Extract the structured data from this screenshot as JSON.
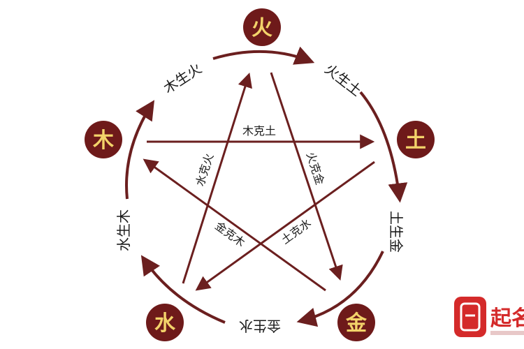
{
  "colors": {
    "line": "#6b1f1f",
    "node_fill": "#6e1a1a",
    "fire_text": "#f3d36a",
    "earth_text": "#f3d36a",
    "metal_text": "#f3d36a",
    "water_text": "#f3d36a",
    "wood_text": "#f3d36a",
    "logo_red": "#d42a2a"
  },
  "nodes": {
    "fire": "火",
    "earth": "土",
    "metal": "金",
    "water": "水",
    "wood": "木"
  },
  "generating": {
    "wood_fire": "木生火",
    "fire_earth": "火生土",
    "earth_metal": "土生金",
    "metal_water": "金生水",
    "water_wood": "水生木"
  },
  "controlling": {
    "wood_earth": "木克土",
    "fire_metal": "火克金",
    "water_fire": "水克火",
    "metal_wood": "金克木",
    "earth_water": "土克水"
  },
  "logo": {
    "text": "起名",
    "icon": "seal-icon"
  }
}
